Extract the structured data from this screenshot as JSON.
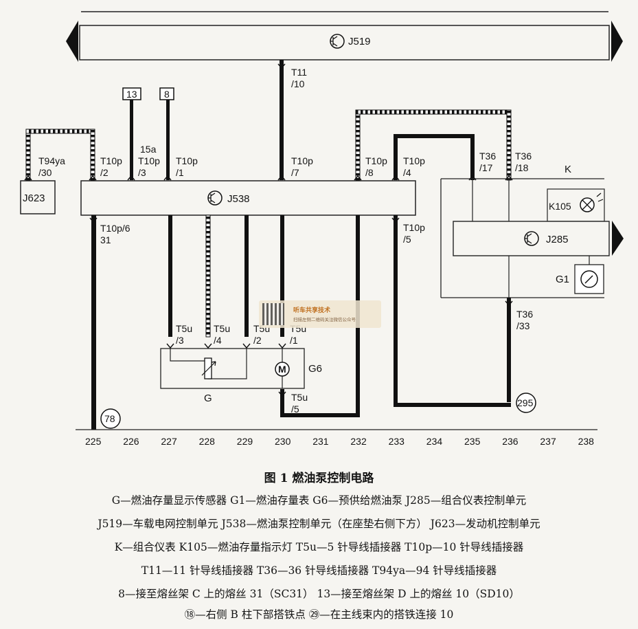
{
  "components": {
    "j519": "J519",
    "j538": "J538",
    "j623": "J623",
    "j285": "J285",
    "k105": "K105",
    "g1": "G1",
    "g6": "G6",
    "g": "G",
    "k": "K"
  },
  "connectors": {
    "t11": "T11",
    "t11_pin": "/10",
    "t94ya": "T94ya",
    "t94ya_pin": "/30",
    "t10p_2": "T10p",
    "t10p_2_pin": "/2",
    "t10p_3": "T10p",
    "t10p_3_pin": "/3",
    "t10p_3_15a": "15a",
    "t10p_1": "T10p",
    "t10p_1_pin": "/1",
    "t10p_7": "T10p",
    "t10p_7_pin": "/7",
    "t10p_8": "T10p",
    "t10p_8_pin": "/8",
    "t10p_4": "T10p",
    "t10p_4_pin": "/4",
    "t36_17": "T36",
    "t36_17_pin": "/17",
    "t36_18": "T36",
    "t36_18_pin": "/18",
    "t10p_6": "T10p/6",
    "t10p_6_31": "31",
    "t10p_5": "T10p",
    "t10p_5_pin": "/5",
    "t36_33": "T36",
    "t36_33_pin": "/33",
    "t5u_3": "T5u",
    "t5u_3_pin": "/3",
    "t5u_4": "T5u",
    "t5u_4_pin": "/4",
    "t5u_2": "T5u",
    "t5u_2_pin": "/2",
    "t5u_1": "T5u",
    "t5u_1_pin": "/1",
    "t5u_5": "T5u",
    "t5u_5_pin": "/5"
  },
  "fuse_boxes": {
    "fuse13": "13",
    "fuse8": "8"
  },
  "ground_points": {
    "g78": "78",
    "g295": "295"
  },
  "scale": [
    "225",
    "226",
    "227",
    "228",
    "229",
    "230",
    "231",
    "232",
    "233",
    "234",
    "235",
    "236",
    "237",
    "238"
  ],
  "watermark": {
    "title": "听车共享技术",
    "subtitle": "扫描左侧二维码关注微信公众号"
  },
  "caption": {
    "title": "图 1    燃油泵控制电路",
    "line1": "G—燃油存量显示传感器    G1—燃油存量表    G6—预供给燃油泵    J285—组合仪表控制单元",
    "line2": "J519—车载电网控制单元    J538—燃油泵控制单元（在座垫右侧下方）    J623—发动机控制单元",
    "line3": "K—组合仪表    K105—燃油存量指示灯    T5u—5 针导线插接器    T10p—10 针导线插接器",
    "line4": "T11—11 针导线插接器    T36—36 针导线插接器    T94ya—94 针导线插接器",
    "line5": "8—接至熔丝架 C 上的熔丝 31（SC31）    13—接至熔丝架 D 上的熔丝 10（SD10）",
    "line6": "⑱—右侧 B 柱下部搭铁点    ㉙—在主线束内的搭铁连接 10"
  }
}
